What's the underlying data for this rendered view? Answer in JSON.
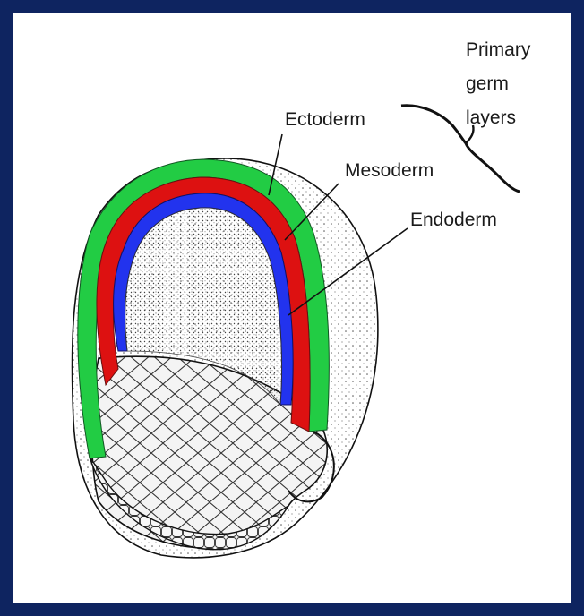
{
  "figure": {
    "bracket_label": [
      "Primary",
      "germ",
      "layers"
    ],
    "labels": {
      "ectoderm": "Ectoderm",
      "mesoderm": "Mesoderm",
      "endoderm": "Endoderm"
    },
    "colors": {
      "frame": "#0e2460",
      "ectoderm": "#22cc44",
      "mesoderm": "#dd1111",
      "endoderm": "#2233ee",
      "outline": "#111111"
    }
  }
}
